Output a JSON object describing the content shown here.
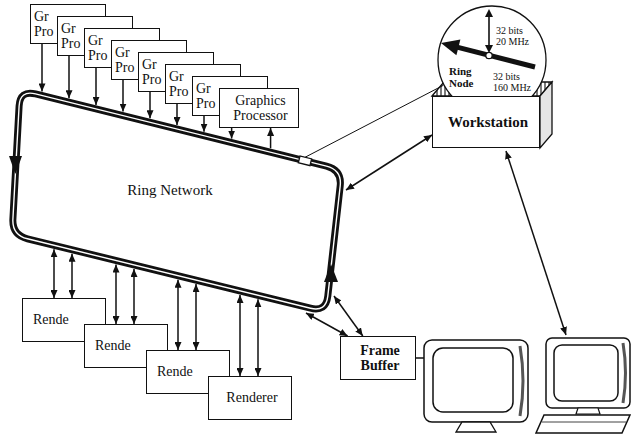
{
  "diagram": {
    "nodes": [
      {
        "text": [
          "Gr Pro"
        ]
      },
      {
        "text": [
          "Gr Pro"
        ]
      },
      {
        "text": [
          "Gr Pro"
        ]
      },
      {
        "text": [
          "Gr Pro"
        ]
      },
      {
        "text": [
          "Gr Pro"
        ]
      },
      {
        "text": [
          "Gr Pro"
        ]
      },
      {
        "text": [
          "Gr Pro"
        ]
      },
      {
        "text": [
          "Graphics Processor"
        ]
      },
      {
        "text": [
          "Ring Network"
        ]
      },
      {
        "text": [
          "Ring Node",
          "32 bits 20 MHz",
          "32 bits 160 MHz"
        ]
      },
      {
        "text": [
          "Workstation"
        ]
      },
      {
        "text": [
          "Rende"
        ]
      },
      {
        "text": [
          "Rende"
        ]
      },
      {
        "text": [
          "Rende"
        ]
      },
      {
        "text": [
          "Renderer"
        ]
      },
      {
        "text": [
          "Frame Buffer"
        ]
      }
    ],
    "edges": [
      {
        "from": 0,
        "to": 8,
        "arrow": "to"
      },
      {
        "from": 1,
        "to": 8,
        "arrow": "to"
      },
      {
        "from": 2,
        "to": 8,
        "arrow": "to"
      },
      {
        "from": 3,
        "to": 8,
        "arrow": "to"
      },
      {
        "from": 4,
        "to": 8,
        "arrow": "to"
      },
      {
        "from": 5,
        "to": 8,
        "arrow": "to"
      },
      {
        "from": 6,
        "to": 8,
        "arrow": "to"
      },
      {
        "from": 7,
        "to": 8,
        "arrow": "to"
      },
      {
        "from": 8,
        "to": 7,
        "arrow": "to"
      },
      {
        "from": 9,
        "to": 8,
        "arrow": "none"
      },
      {
        "from": 8,
        "to": 10,
        "arrow": "both"
      },
      {
        "from": 11,
        "to": 8,
        "arrow": "both"
      },
      {
        "from": 11,
        "to": 8,
        "arrow": "both"
      },
      {
        "from": 12,
        "to": 8,
        "arrow": "both"
      },
      {
        "from": 12,
        "to": 8,
        "arrow": "both"
      },
      {
        "from": 13,
        "to": 8,
        "arrow": "both"
      },
      {
        "from": 13,
        "to": 8,
        "arrow": "both"
      },
      {
        "from": 14,
        "to": 8,
        "arrow": "both"
      },
      {
        "from": 14,
        "to": 8,
        "arrow": "both"
      },
      {
        "from": 15,
        "to": 8,
        "arrow": "both"
      },
      {
        "from": 15,
        "to": 8,
        "arrow": "both"
      }
    ]
  }
}
